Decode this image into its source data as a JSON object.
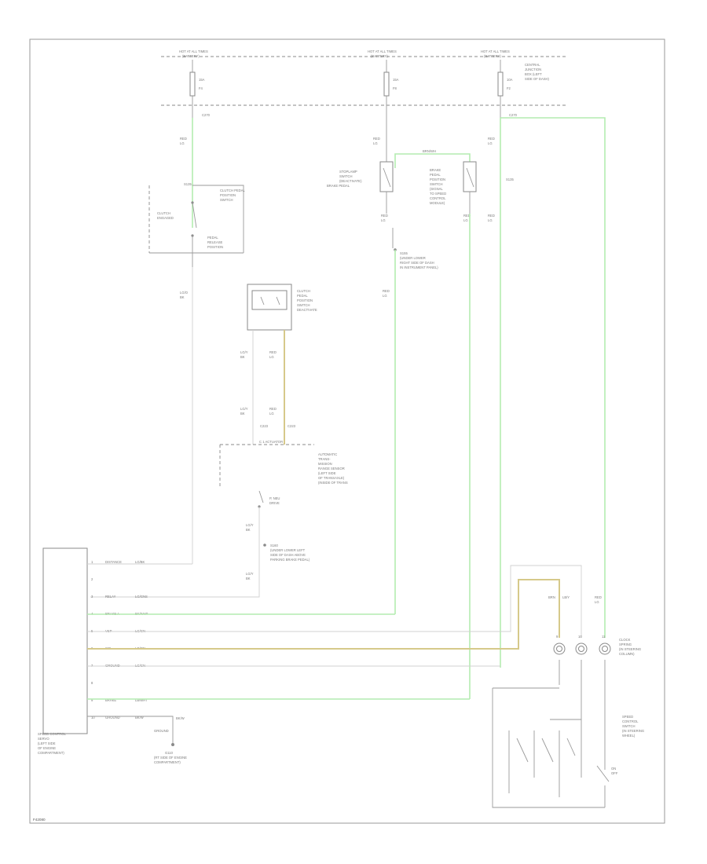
{
  "fuses": {
    "f1_header": "HOT AT ALL TIMES",
    "f1_sub": "(BATTERY)",
    "f1_rating": "15A",
    "f1_id": "F4",
    "f2_header": "HOT AT ALL TIMES",
    "f2_sub": "(BATTERY)",
    "f2_rating": "15A",
    "f2_id": "F8",
    "f3_header": "HOT AT ALL TIMES",
    "f3_sub": "(BATTERY)",
    "f3_rating": "10A",
    "f3_id": "F2",
    "fuse_box_label_1": "CENTRAL",
    "fuse_box_label_2": "JUNCTION",
    "fuse_box_label_3": "BOX (LEFT",
    "fuse_box_label_4": "SIDE OF DASH)",
    "left_pin": "C270",
    "right_pin": "C270"
  },
  "left_branch": {
    "wire1": "RED",
    "wire1b": "LG",
    "pin": "S135",
    "switch_label_1": "CLUTCH PEDAL",
    "switch_label_2": "POSITION",
    "switch_label_3": "SWITCH",
    "inner_1": "CLUTCH",
    "inner_2": "ENGAGED",
    "cancel_1": "PEDAL",
    "cancel_2": "RELEASE",
    "cancel_3": "POSITION",
    "wire2": "LG/O",
    "wire2b": "BK"
  },
  "mid_branch": {
    "wire1": "RED",
    "wire1b": "LG",
    "jumper": "BRN/WH",
    "sw1_1": "STOPLAMP",
    "sw1_2": "SWITCH",
    "sw1_3": "(DEACTIVATE)",
    "sw1_4": "BRAKE PEDAL",
    "sw2_1": "BRAKE",
    "sw2_2": "PEDAL",
    "sw2_3": "POSITION",
    "sw2_4": "SWITCH",
    "sw2_5": "(SIGNAL",
    "sw2_6": "TO SPEED",
    "sw2_7": "CONTROL",
    "sw2_8": "MODULE)",
    "wire2": "RED",
    "wire2b": "LG",
    "wire3": "RED",
    "wire3b": "LG",
    "splice_1": "S155",
    "splice_2": "(UNDER LOWER",
    "splice_3": "RIGHT SIDE OF DASH",
    "splice_4": "IN INSTRUMENT PANEL)",
    "wire4": "RED",
    "wire4b": "LG",
    "right_wire": "RED",
    "right_wire_b": "LG",
    "s_pin": "S135"
  },
  "clutch_sw": {
    "label_1": "CLUTCH",
    "label_2": "PEDAL",
    "label_3": "POSITION",
    "label_4": "SWITCH",
    "label_5": "DEACTIVATE",
    "wire_l": "LG/Y",
    "wire_lb": "BK",
    "wire_r": "RED",
    "wire_rb": "LG",
    "wire_l2": "LG/Y",
    "wire_l2b": "BK",
    "wire_r2": "RED",
    "wire_r2b": "LG",
    "conn_l": "C223",
    "conn_r": "C223"
  },
  "trans_range": {
    "header": "C 1 ACTUATOR",
    "label_1": "AUTOMATIC",
    "label_2": "TRANS-",
    "label_3": "MISSION",
    "label_4": "RANGE SENSOR",
    "label_5": "(LEFT SIDE",
    "label_6": "OF TRANSAXLE)",
    "label_7": "(INSIDE OF TRANS",
    "switch_1": "P, NEU",
    "switch_2": "DRIVE",
    "wire1": "LG/Y",
    "wire1b": "BK",
    "splice_1": "S160",
    "splice_2": "(UNDER LOWER LEFT",
    "splice_3": "SIDE OF DASH ABOVE",
    "splice_4": "PARKING BRAKE PEDAL)",
    "wire2": "LG/Y",
    "wire2b": "BK"
  },
  "module": {
    "label_1": "SPEED CONTROL",
    "label_2": "SERVO",
    "label_3": "(LEFT SIDE",
    "label_4": "OF ENGINE",
    "label_5": "COMPARTMENT)",
    "pins": [
      {
        "num": "1",
        "fn": "DISTANCE",
        "wire": "LG/BK"
      },
      {
        "num": "2",
        "fn": "",
        "wire": ""
      },
      {
        "num": "3",
        "fn": "RELAY",
        "wire": "LG/GNS"
      },
      {
        "num": "4",
        "fn": "BRAKE A",
        "wire": "BK/WHT"
      },
      {
        "num": "5",
        "fn": "VSP",
        "wire": "LG/GN"
      },
      {
        "num": "6",
        "fn": "SIG",
        "wire": "LG/GN"
      },
      {
        "num": "7",
        "fn": "GROUND",
        "wire": "LG/GN"
      },
      {
        "num": "8",
        "fn": "",
        "wire": ""
      },
      {
        "num": "9",
        "fn": "BRAKE",
        "wire": "LB/WHT"
      },
      {
        "num": "10",
        "fn": "GROUND",
        "wire": "BK/W"
      }
    ],
    "ground_1": "BK/W",
    "ground_2": "GROUND",
    "ground_3": "G110",
    "ground_4": "(RT SIDE OF ENGINE",
    "ground_5": "COMPARTMENT)"
  },
  "clock_spring": {
    "wire1": "BRN",
    "wire1b": "LB/Y",
    "wire2": "RED",
    "wire2b": "LG",
    "pins": [
      "9",
      "10",
      "11"
    ],
    "label_1": "CLOCK",
    "label_2": "SPRING",
    "label_3": "(IN STEERING",
    "label_4": "COLUMN)",
    "sw_1": "SPEED",
    "sw_2": "CONTROL",
    "sw_3": "SWITCH",
    "sw_4": "(IN STEERING",
    "sw_5": "WHEEL)",
    "sw_6": "ON",
    "sw_7": "OFF"
  },
  "footer": {
    "code": "F42080"
  }
}
